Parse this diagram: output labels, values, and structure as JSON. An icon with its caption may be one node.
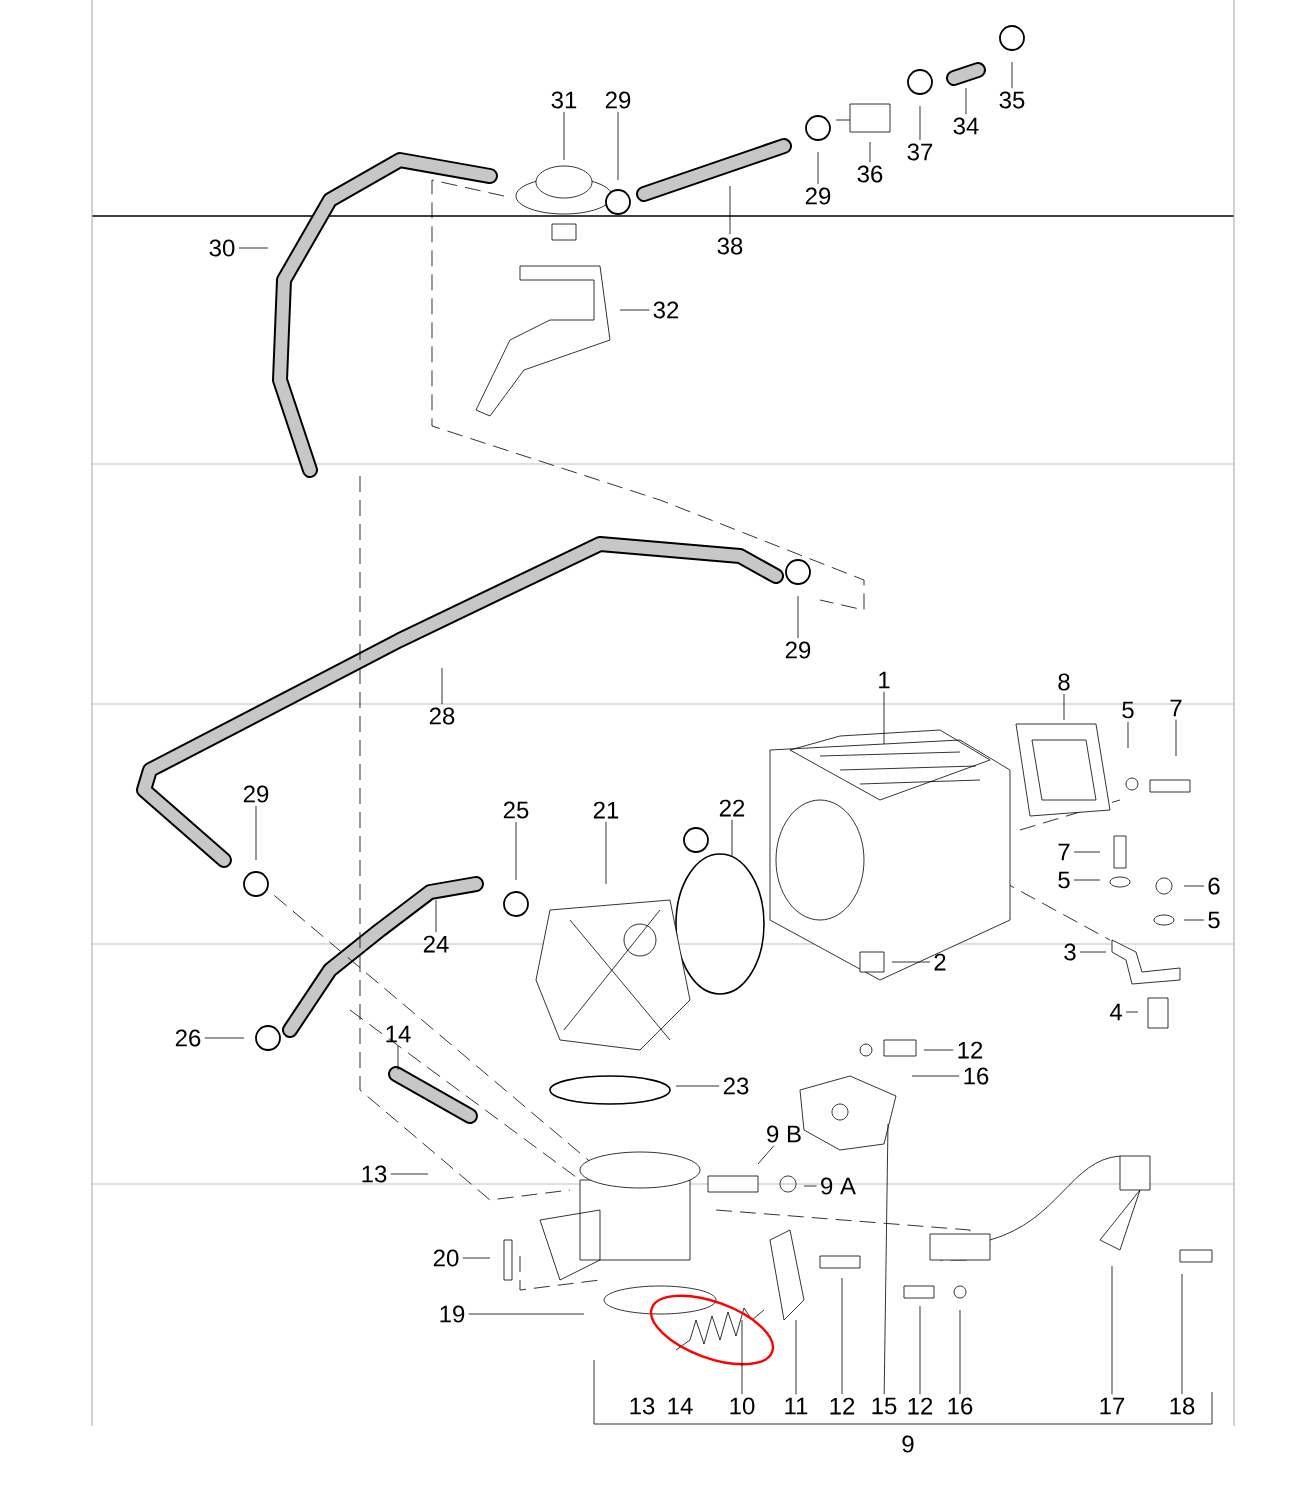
{
  "diagram": {
    "nodes": [
      {
        "text": [
          "31"
        ]
      },
      {
        "text": [
          "29"
        ]
      },
      {
        "text": [
          "30"
        ]
      },
      {
        "text": [
          "38"
        ]
      },
      {
        "text": [
          "29"
        ]
      },
      {
        "text": [
          "36"
        ]
      },
      {
        "text": [
          "37"
        ]
      },
      {
        "text": [
          "34"
        ]
      },
      {
        "text": [
          "35"
        ]
      },
      {
        "text": [
          "32"
        ]
      },
      {
        "text": [
          "29"
        ]
      },
      {
        "text": [
          "28"
        ]
      },
      {
        "text": [
          "1"
        ]
      },
      {
        "text": [
          "8"
        ]
      },
      {
        "text": [
          "5"
        ]
      },
      {
        "text": [
          "7"
        ]
      },
      {
        "text": [
          "29"
        ]
      },
      {
        "text": [
          "25"
        ]
      },
      {
        "text": [
          "21"
        ]
      },
      {
        "text": [
          "22"
        ]
      },
      {
        "text": [
          "7"
        ]
      },
      {
        "text": [
          "5"
        ]
      },
      {
        "text": [
          "6"
        ]
      },
      {
        "text": [
          "5"
        ]
      },
      {
        "text": [
          "24"
        ]
      },
      {
        "text": [
          "2"
        ]
      },
      {
        "text": [
          "3"
        ]
      },
      {
        "text": [
          "4"
        ]
      },
      {
        "text": [
          "26"
        ]
      },
      {
        "text": [
          "14"
        ]
      },
      {
        "text": [
          "12"
        ]
      },
      {
        "text": [
          "16"
        ]
      },
      {
        "text": [
          "23"
        ]
      },
      {
        "text": [
          "9 B"
        ]
      },
      {
        "text": [
          "9 A"
        ]
      },
      {
        "text": [
          "13"
        ]
      },
      {
        "text": [
          "20"
        ]
      },
      {
        "text": [
          "19"
        ]
      },
      {
        "text": [
          "10"
        ]
      },
      {
        "text": [
          "11"
        ]
      },
      {
        "text": [
          "12"
        ]
      },
      {
        "text": [
          "15"
        ]
      },
      {
        "text": [
          "12"
        ]
      },
      {
        "text": [
          "16"
        ]
      },
      {
        "text": [
          "17"
        ]
      },
      {
        "text": [
          "18"
        ]
      }
    ],
    "edges": [
      {
        "from": 0,
        "to": null,
        "arrow": "none"
      },
      {
        "from": 1,
        "to": null,
        "arrow": "none"
      },
      {
        "from": 2,
        "to": null,
        "arrow": "none"
      },
      {
        "from": 3,
        "to": null,
        "arrow": "none"
      },
      {
        "from": 4,
        "to": null,
        "arrow": "none"
      },
      {
        "from": 5,
        "to": null,
        "arrow": "none"
      },
      {
        "from": 6,
        "to": null,
        "arrow": "none"
      },
      {
        "from": 7,
        "to": null,
        "arrow": "none"
      },
      {
        "from": 8,
        "to": null,
        "arrow": "none"
      },
      {
        "from": 9,
        "to": null,
        "arrow": "none"
      },
      {
        "from": 10,
        "to": null,
        "arrow": "none"
      },
      {
        "from": 11,
        "to": null,
        "arrow": "none"
      },
      {
        "from": 12,
        "to": null,
        "arrow": "none"
      },
      {
        "from": 13,
        "to": null,
        "arrow": "none"
      },
      {
        "from": 14,
        "to": null,
        "arrow": "none"
      },
      {
        "from": 15,
        "to": null,
        "arrow": "none"
      },
      {
        "from": 16,
        "to": null,
        "arrow": "none"
      },
      {
        "from": 17,
        "to": null,
        "arrow": "none"
      },
      {
        "from": 18,
        "to": null,
        "arrow": "none"
      },
      {
        "from": 19,
        "to": null,
        "arrow": "none"
      },
      {
        "from": 20,
        "to": null,
        "arrow": "none"
      },
      {
        "from": 21,
        "to": null,
        "arrow": "none"
      },
      {
        "from": 22,
        "to": null,
        "arrow": "none"
      },
      {
        "from": 23,
        "to": null,
        "arrow": "none"
      },
      {
        "from": 24,
        "to": null,
        "arrow": "none"
      },
      {
        "from": 25,
        "to": null,
        "arrow": "none"
      },
      {
        "from": 26,
        "to": null,
        "arrow": "none"
      },
      {
        "from": 27,
        "to": null,
        "arrow": "none"
      },
      {
        "from": 28,
        "to": null,
        "arrow": "none"
      },
      {
        "from": 29,
        "to": null,
        "arrow": "none"
      },
      {
        "from": 30,
        "to": null,
        "arrow": "none"
      },
      {
        "from": 31,
        "to": null,
        "arrow": "none"
      },
      {
        "from": 32,
        "to": null,
        "arrow": "none"
      },
      {
        "from": 33,
        "to": null,
        "arrow": "none"
      },
      {
        "from": 34,
        "to": null,
        "arrow": "none"
      },
      {
        "from": 35,
        "to": null,
        "arrow": "none"
      },
      {
        "from": 36,
        "to": null,
        "arrow": "none"
      },
      {
        "from": 37,
        "to": null,
        "arrow": "none"
      },
      {
        "from": 38,
        "to": null,
        "arrow": "none"
      },
      {
        "from": 39,
        "to": null,
        "arrow": "none"
      },
      {
        "from": 40,
        "to": null,
        "arrow": "none"
      },
      {
        "from": 41,
        "to": null,
        "arrow": "none"
      },
      {
        "from": 42,
        "to": null,
        "arrow": "none"
      },
      {
        "from": 43,
        "to": null,
        "arrow": "none"
      },
      {
        "from": 44,
        "to": null,
        "arrow": "none"
      },
      {
        "from": 45,
        "to": null,
        "arrow": "none"
      }
    ],
    "labels": [
      "13",
      "14",
      "9"
    ]
  }
}
